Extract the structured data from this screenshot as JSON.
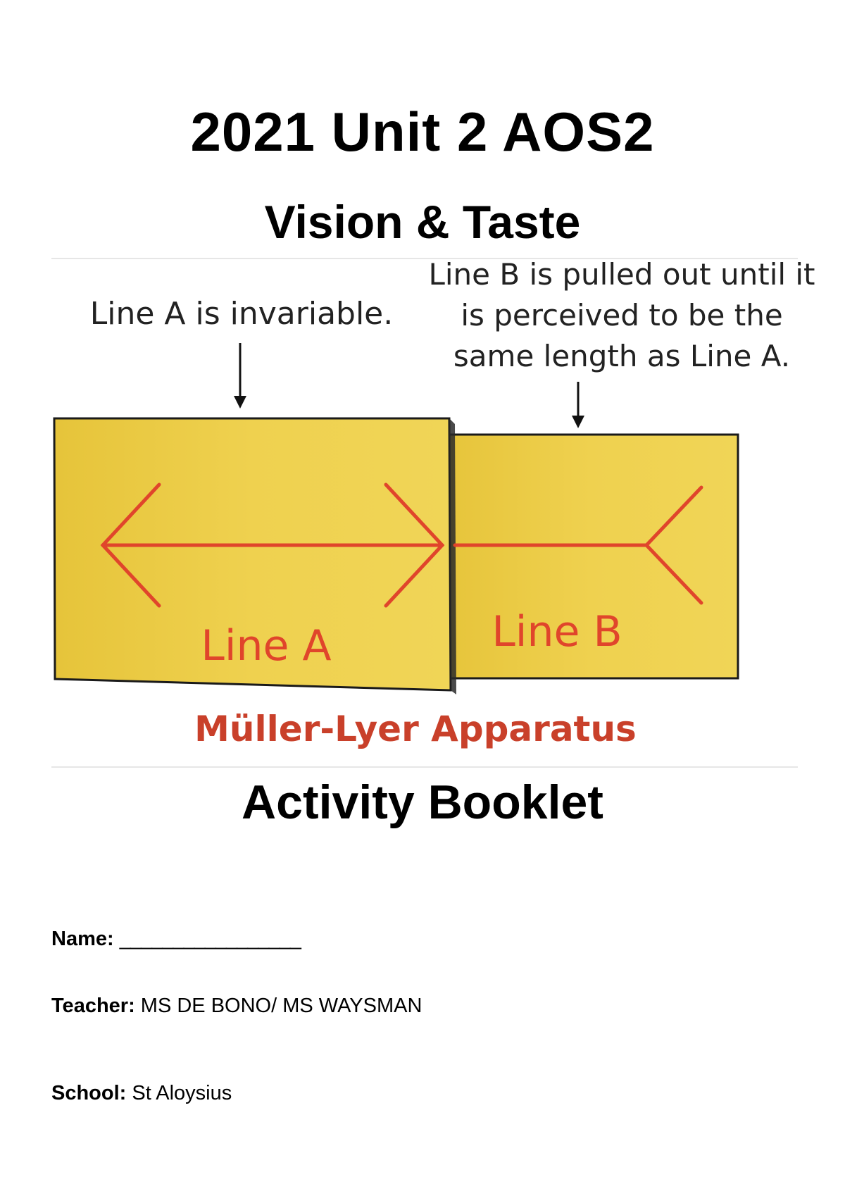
{
  "cover": {
    "title": "2021 Unit 2 AOS2",
    "subtitle": "Vision & Taste",
    "booklet": "Activity Booklet"
  },
  "figure": {
    "note_a": "Line A is invariable.",
    "note_b_lines": [
      "Line B is pulled out until it",
      "is perceived to be the",
      "same length as Line A."
    ],
    "label_a": "Line A",
    "label_b": "Line B",
    "caption": "Müller-Lyer Apparatus",
    "colors": {
      "card": "#efd14d",
      "line": "#e0452b",
      "caption": "#c9402a"
    }
  },
  "form": {
    "name_label": "Name:",
    "name_value": "_________________",
    "teacher_label": "Teacher:",
    "teacher_value": "MS DE BONO/ MS WAYSMAN",
    "school_label": "School:",
    "school_value": "St Aloysius"
  }
}
